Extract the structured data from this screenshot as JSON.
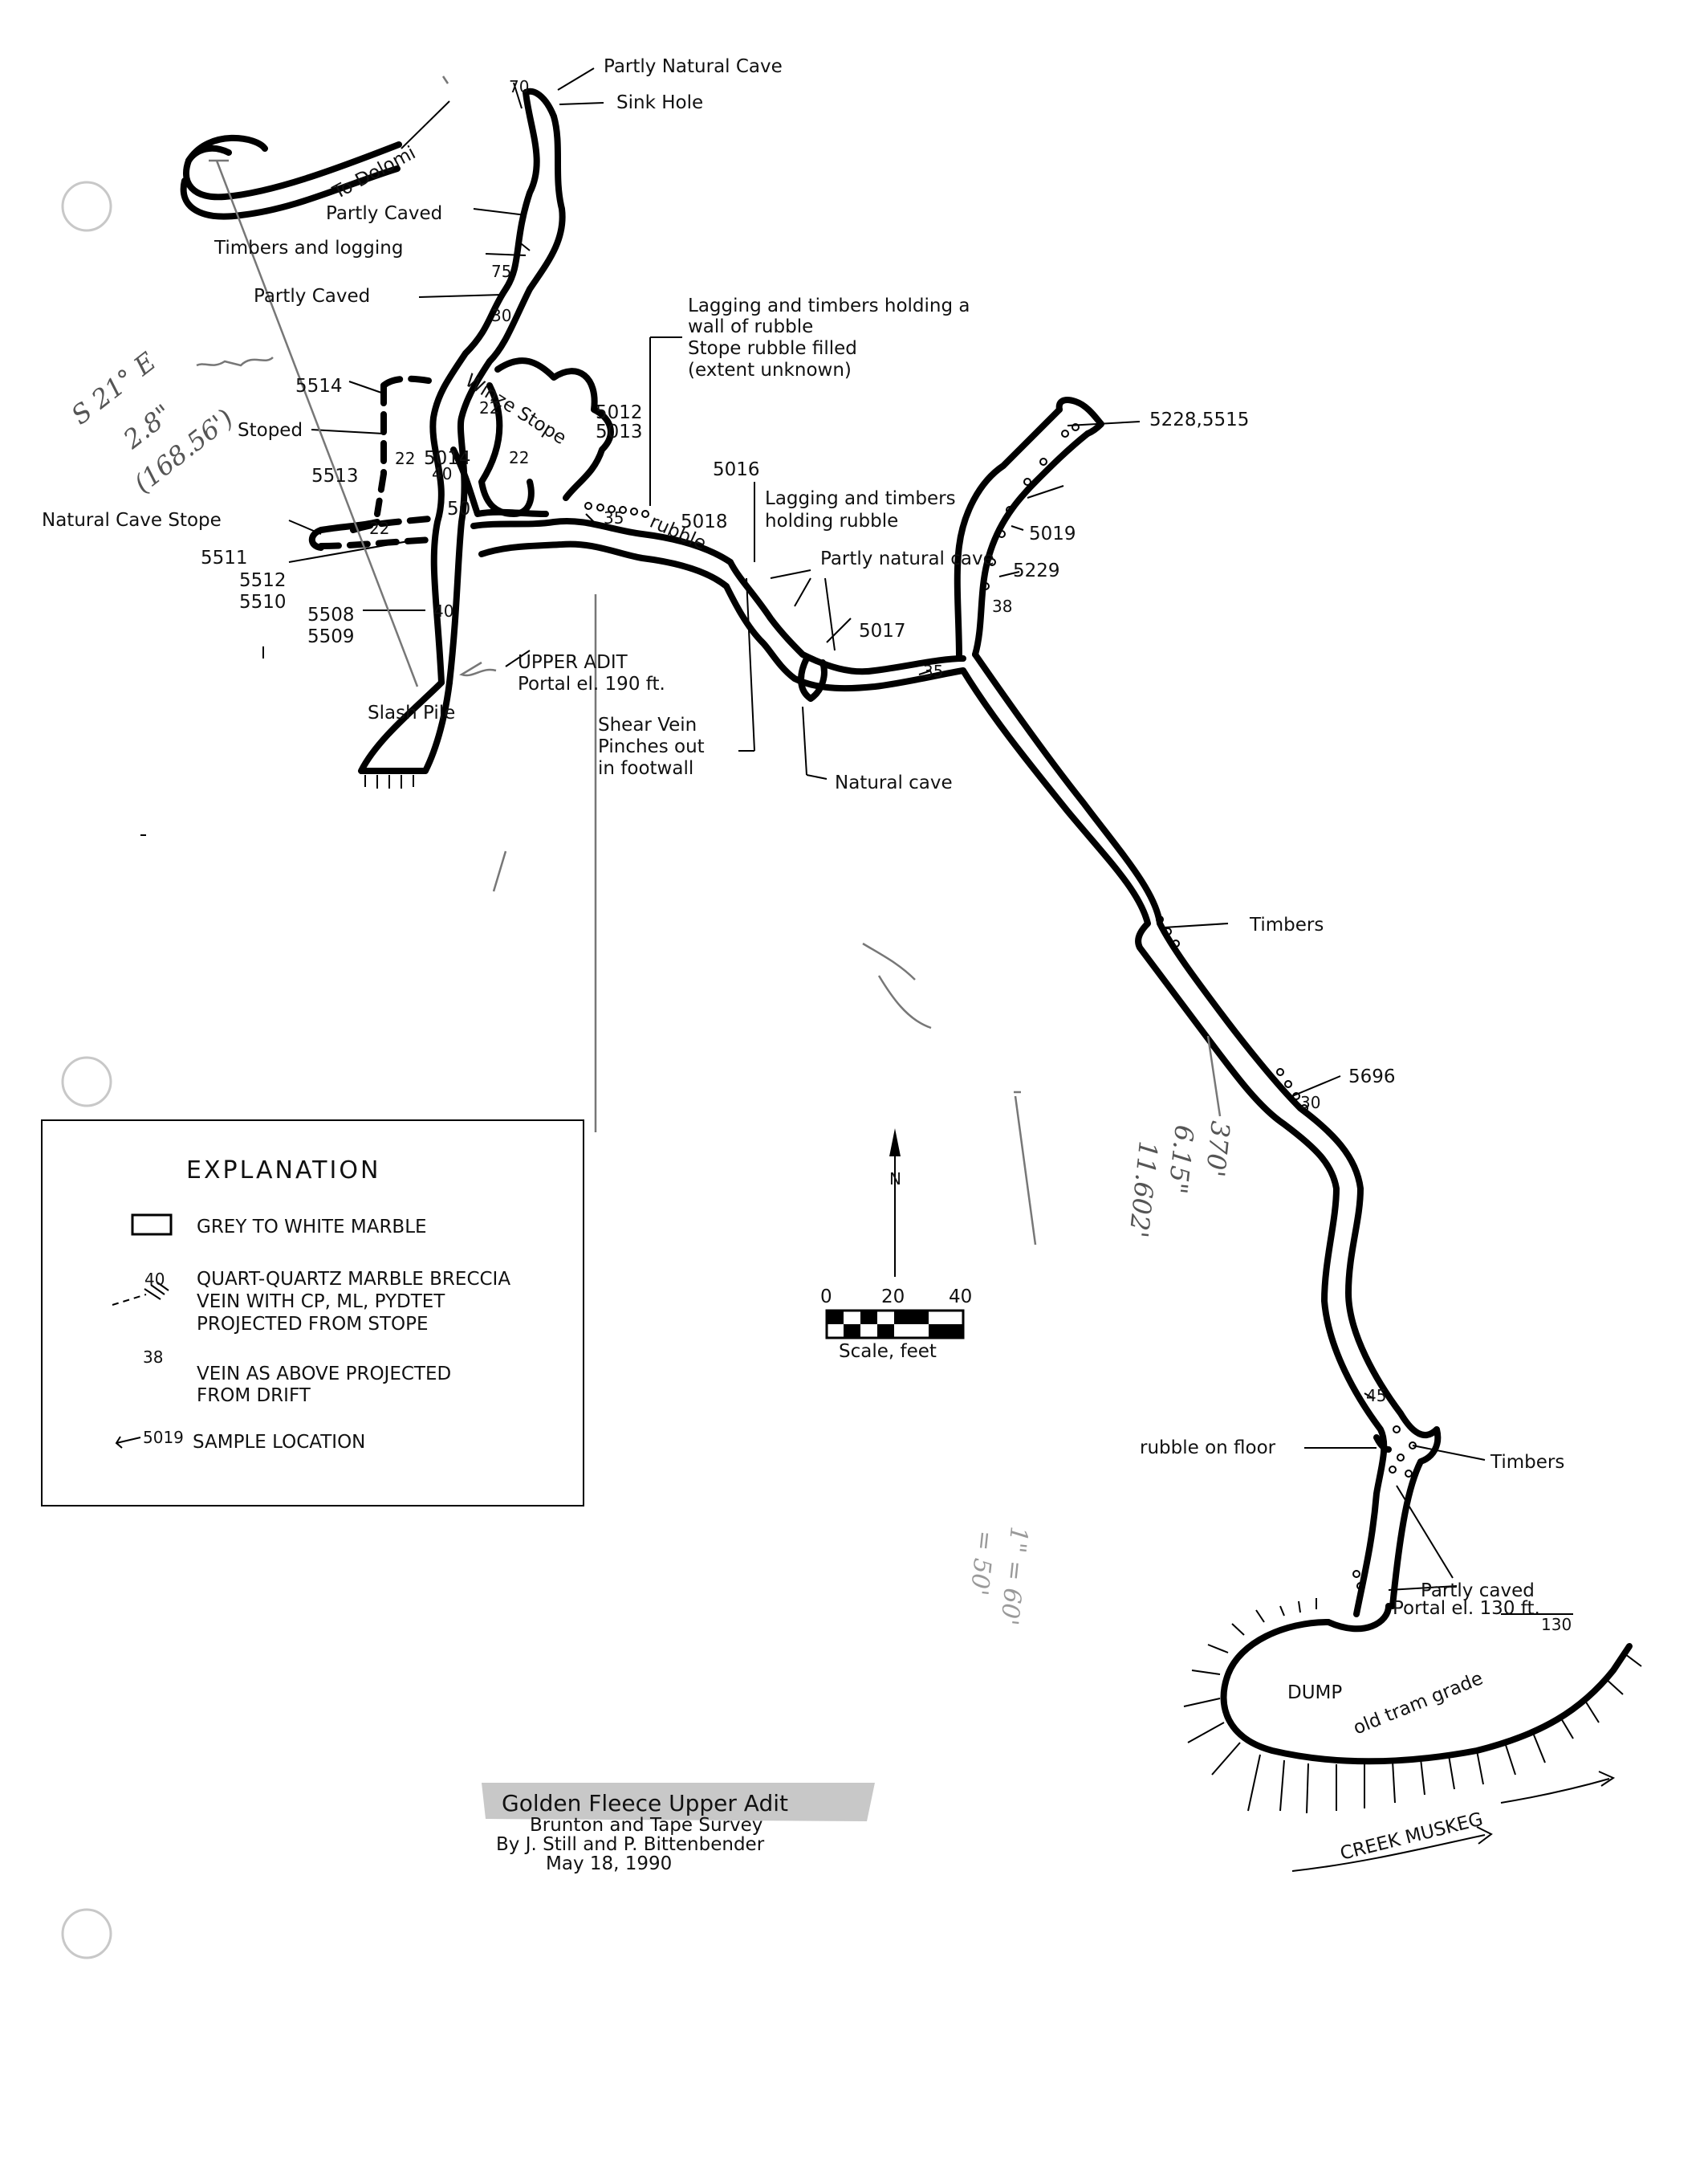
{
  "title": {
    "main": "Golden Fleece Upper Adit",
    "line2": "Brunton and Tape Survey",
    "line3": "By J. Still and P. Bittenbender",
    "line4": "May 18, 1990"
  },
  "labels": {
    "partly_natural_cave": "Partly Natural Cave",
    "sink_hole": "Sink Hole",
    "to_dolomi": "To Dolomi",
    "partly_caved_1": "Partly Caved",
    "timbers_logging": "Timbers and logging",
    "partly_caved_2": "Partly Caved",
    "lagging_1": "Lagging and timbers holding a",
    "lagging_2": "wall of rubble",
    "lagging_3": "Stope rubble filled",
    "lagging_4": "(extent unknown)",
    "winze_stope": "Winze Stope",
    "stoped": "Stoped",
    "natural_cave_stope": "Natural Cave Stope",
    "rubble": "rubble",
    "lagging_rubble_1": "Lagging and timbers",
    "lagging_rubble_2": "holding rubble",
    "partly_natural_cave_2": "Partly natural cave",
    "upper_adit_1": "UPPER ADIT",
    "upper_adit_2": "Portal el. 190 ft.",
    "slash_pile": "Slash Pile",
    "shear_vein_1": "Shear Vein",
    "shear_vein_2": "Pinches out",
    "shear_vein_3": "in footwall",
    "natural_cave": "Natural cave",
    "timbers_1": "Timbers",
    "timbers_2": "Timbers",
    "rubble_on_floor": "rubble on floor",
    "partly_caved_3": "Partly caved",
    "portal_130": "Portal el. 130 ft.",
    "dump": "DUMP",
    "old_tram_grade": "old tram grade",
    "creek_muskeg": "CREEK MUSKEG",
    "north": "N",
    "elev_130": "130"
  },
  "samples": {
    "s5514": "5514",
    "s5513": "5513",
    "s5511": "5511",
    "s5512": "5512",
    "s5510": "5510",
    "s5508": "5508",
    "s5509": "5509",
    "s5014": "5014",
    "s50": "50",
    "s5012": "5012",
    "s5013": "5013",
    "s5016": "5016",
    "s5018": "5018",
    "s5017": "5017",
    "s5228": "5228,5515",
    "s5019": "5019",
    "s5229": "5229",
    "s5696": "5696"
  },
  "dips": {
    "d70": "70",
    "d75": "75",
    "d30": "30",
    "d22a": "22",
    "d22b": "22",
    "d22c": "22",
    "d40a": "40",
    "d40b": "40",
    "d35a": "35",
    "d35b": "35",
    "d38": "38",
    "d30b": "30",
    "d45": "45"
  },
  "explanation": {
    "heading": "EXPLANATION",
    "item1": "GREY TO WHITE MARBLE",
    "item2_1": "QUART-QUARTZ MARBLE BRECCIA",
    "item2_2": "VEIN WITH CP, ML, PYDTET",
    "item2_3": "PROJECTED FROM STOPE",
    "item3_1": "VEIN AS ABOVE PROJECTED",
    "item3_2": "FROM DRIFT",
    "item4": "SAMPLE LOCATION",
    "sym_dip": "40",
    "sym_vein": "38",
    "sym_sample": "5019"
  },
  "scale": {
    "t0": "0",
    "t20": "20",
    "t40": "40",
    "label": "Scale, feet"
  },
  "annotations": {
    "bearing": "S 21° E",
    "dist1": "2.8\"",
    "dist2": "(168.56')",
    "right1": "370'",
    "right2": "6.15\"",
    "right3": "11.602'",
    "bottom1": "1\" = 60'",
    "bottom2": "= 50'"
  }
}
